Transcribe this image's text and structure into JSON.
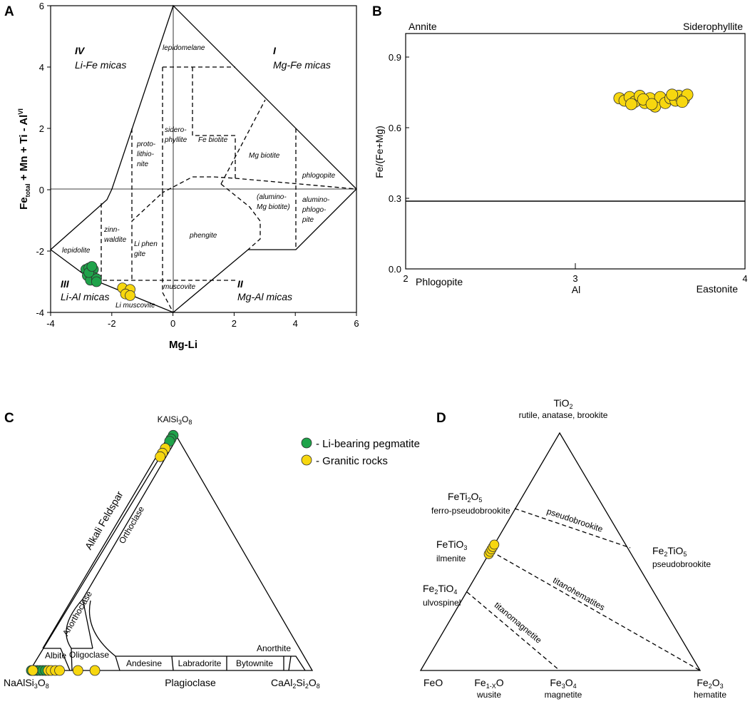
{
  "colors": {
    "granitic": "#f7d70f",
    "li_pegmatite": "#1fa34a"
  },
  "legend": [
    {
      "marker": "green",
      "label": "- Li-bearing pegmatite"
    },
    {
      "marker": "yellow",
      "label": "- Granitic rocks"
    }
  ],
  "chart_data": [
    {
      "panel": "A",
      "type": "scatter",
      "xlabel": "Mg-Li",
      "ylabel_main": "Fe",
      "ylabel_sub": "total",
      "ylabel_rest": " + Mn + Ti - Al",
      "ylabel_sup": "VI",
      "xlim": [
        -4,
        6
      ],
      "ylim": [
        -4,
        6
      ],
      "xticks": [
        "-4",
        "-2",
        "0",
        "2",
        "4",
        "6"
      ],
      "yticks": [
        "-4",
        "-2",
        "0",
        "2",
        "4",
        "6"
      ],
      "groups": [
        {
          "num": "I",
          "name": "Mg-Fe micas"
        },
        {
          "num": "II",
          "name": "Mg-Al micas"
        },
        {
          "num": "III",
          "name": "Li-Al micas"
        },
        {
          "num": "IV",
          "name": "Li-Fe micas"
        }
      ],
      "fields": [
        "lepidomelane",
        "sidero-",
        "phyllite",
        "Fe biotite",
        "Mg biotite",
        "phlogopite",
        "proto-",
        "lithio-",
        "nite",
        "zinn-",
        "waldite",
        "Li phen",
        "gite",
        "lepidolite",
        "phengite",
        "(alumino-",
        "Mg biotite)",
        "alumino-",
        "phlogo-",
        "pite",
        "muscovite",
        "Li muscovite"
      ],
      "series": [
        {
          "name": "Li-bearing pegmatite",
          "color": "green",
          "points": [
            [
              -2.85,
              -2.6
            ],
            [
              -2.75,
              -2.55
            ],
            [
              -2.7,
              -2.72
            ],
            [
              -2.6,
              -2.6
            ],
            [
              -2.8,
              -2.8
            ],
            [
              -2.6,
              -2.85
            ],
            [
              -2.7,
              -2.95
            ],
            [
              -2.5,
              -2.9
            ],
            [
              -2.75,
              -2.7
            ],
            [
              -2.5,
              -3.0
            ],
            [
              -2.65,
              -2.5
            ]
          ]
        },
        {
          "name": "Granitic rocks",
          "color": "yellow",
          "points": [
            [
              -1.65,
              -3.2
            ],
            [
              -1.4,
              -3.25
            ],
            [
              -1.55,
              -3.4
            ],
            [
              -1.4,
              -3.45
            ]
          ]
        }
      ]
    },
    {
      "panel": "B",
      "type": "scatter",
      "xlabel": "Al",
      "ylabel": "Fe/(Fe+Mg)",
      "xlim": [
        2,
        4
      ],
      "ylim": [
        0.0,
        1.0
      ],
      "xticks": [
        "2",
        "3",
        "4"
      ],
      "yticks": [
        "0.0",
        "0.3",
        "0.6",
        "0.9"
      ],
      "corners": {
        "top_left": "Annite",
        "top_right": "Siderophyllite",
        "bottom_left": "Phlogopite",
        "bottom_right": "Eastonite"
      },
      "series": [
        {
          "name": "Granitic rocks",
          "color": "yellow",
          "points": [
            [
              3.26,
              0.725
            ],
            [
              3.29,
              0.715
            ],
            [
              3.32,
              0.73
            ],
            [
              3.35,
              0.71
            ],
            [
              3.38,
              0.735
            ],
            [
              3.41,
              0.705
            ],
            [
              3.44,
              0.725
            ],
            [
              3.47,
              0.69
            ],
            [
              3.5,
              0.73
            ],
            [
              3.53,
              0.705
            ],
            [
              3.56,
              0.725
            ],
            [
              3.59,
              0.715
            ],
            [
              3.61,
              0.735
            ],
            [
              3.64,
              0.72
            ],
            [
              3.66,
              0.74
            ],
            [
              3.63,
              0.71
            ],
            [
              3.4,
              0.72
            ],
            [
              3.33,
              0.7
            ],
            [
              3.57,
              0.74
            ],
            [
              3.45,
              0.7
            ]
          ]
        }
      ]
    },
    {
      "panel": "C",
      "type": "ternary",
      "apices": {
        "top": "KAlSi3O8",
        "left": "NaAlSi3O8",
        "right": "CaAl2Si2O8"
      },
      "apex_top_main": "KAlSi",
      "apex_top_s1": "3",
      "apex_top_m2": "O",
      "apex_top_s2": "8",
      "apex_left_main": "NaAlSi",
      "apex_left_s1": "3",
      "apex_left_m2": "O",
      "apex_left_s2": "8",
      "apex_right_main": "CaAl",
      "apex_right_s1": "2",
      "apex_right_m2": "Si",
      "apex_right_s2": "2",
      "apex_right_m3": "O",
      "apex_right_s3": "8",
      "side_labels": {
        "left": "Alkali Feldspar",
        "bottom": "Plagioclase"
      },
      "fields": [
        "Orthoclase",
        "Anorthoclase",
        "Albite",
        "Oligoclase",
        "Andesine",
        "Labradorite",
        "Bytownite",
        "Anorthite"
      ],
      "series": [
        {
          "name": "Li-bearing pegmatite",
          "color": "green",
          "points_an_or": [
            [
              0,
              0.99
            ],
            [
              0,
              0.975
            ],
            [
              0,
              0.965
            ],
            [
              0.5,
              0.0
            ],
            [
              1.5,
              0.0
            ],
            [
              2.5,
              0.0
            ],
            [
              3.5,
              0.0
            ],
            [
              4.5,
              0.0
            ],
            [
              5.5,
              0.0
            ]
          ]
        },
        {
          "name": "Granitic rocks",
          "color": "yellow",
          "points_an_or": [
            [
              0,
              0.935
            ],
            [
              0,
              0.915
            ],
            [
              0,
              0.9
            ],
            [
              1,
              0.0
            ],
            [
              6.5,
              0.0
            ],
            [
              7.5,
              0.0
            ],
            [
              9,
              0.0
            ],
            [
              10.5,
              0.0
            ],
            [
              17,
              0.0
            ],
            [
              23,
              0.0
            ]
          ]
        }
      ]
    },
    {
      "panel": "D",
      "type": "ternary",
      "apices": {
        "top": "TiO2",
        "left": "FeO",
        "right": "Fe2O3"
      },
      "top_main": "TiO",
      "top_sub": "2",
      "top_mineral": "rutile, anatase, brookite",
      "left_main": "FeO",
      "right_main": "Fe",
      "right_sub1": "2",
      "right_m2": "O",
      "right_sub2": "3",
      "right_mineral": "hematite",
      "labels": [
        {
          "main": "FeTi",
          "sub": "2",
          "m2": "O",
          "sub2": "5",
          "mineral": "ferro-pseudobrookite"
        },
        {
          "main": "FeTiO",
          "sub": "3",
          "mineral": "ilmenite"
        },
        {
          "main": "Fe",
          "sub": "2",
          "m2": "TiO",
          "sub2": "4",
          "mineral": "ulvospinel"
        },
        {
          "main": "Fe",
          "sub": "2",
          "m2": "TiO",
          "sub2": "5",
          "mineral": "pseudobrookite"
        },
        {
          "main": "Fe",
          "sub": "1-X",
          "m2": "O",
          "mineral": "wusite"
        },
        {
          "main": "Fe",
          "sub": "3",
          "m2": "O",
          "sub2": "4",
          "mineral": "magnetite"
        }
      ],
      "series_labels": [
        "pseudobrookite",
        "titanohematites",
        "titanomagnetite"
      ],
      "series": [
        {
          "name": "Granitic rocks",
          "color": "yellow",
          "points_on_FeO_TiO2_edge": [
            0.49,
            0.5,
            0.51,
            0.52,
            0.53
          ]
        }
      ]
    }
  ],
  "panel_letters": [
    "A",
    "B",
    "C",
    "D"
  ]
}
